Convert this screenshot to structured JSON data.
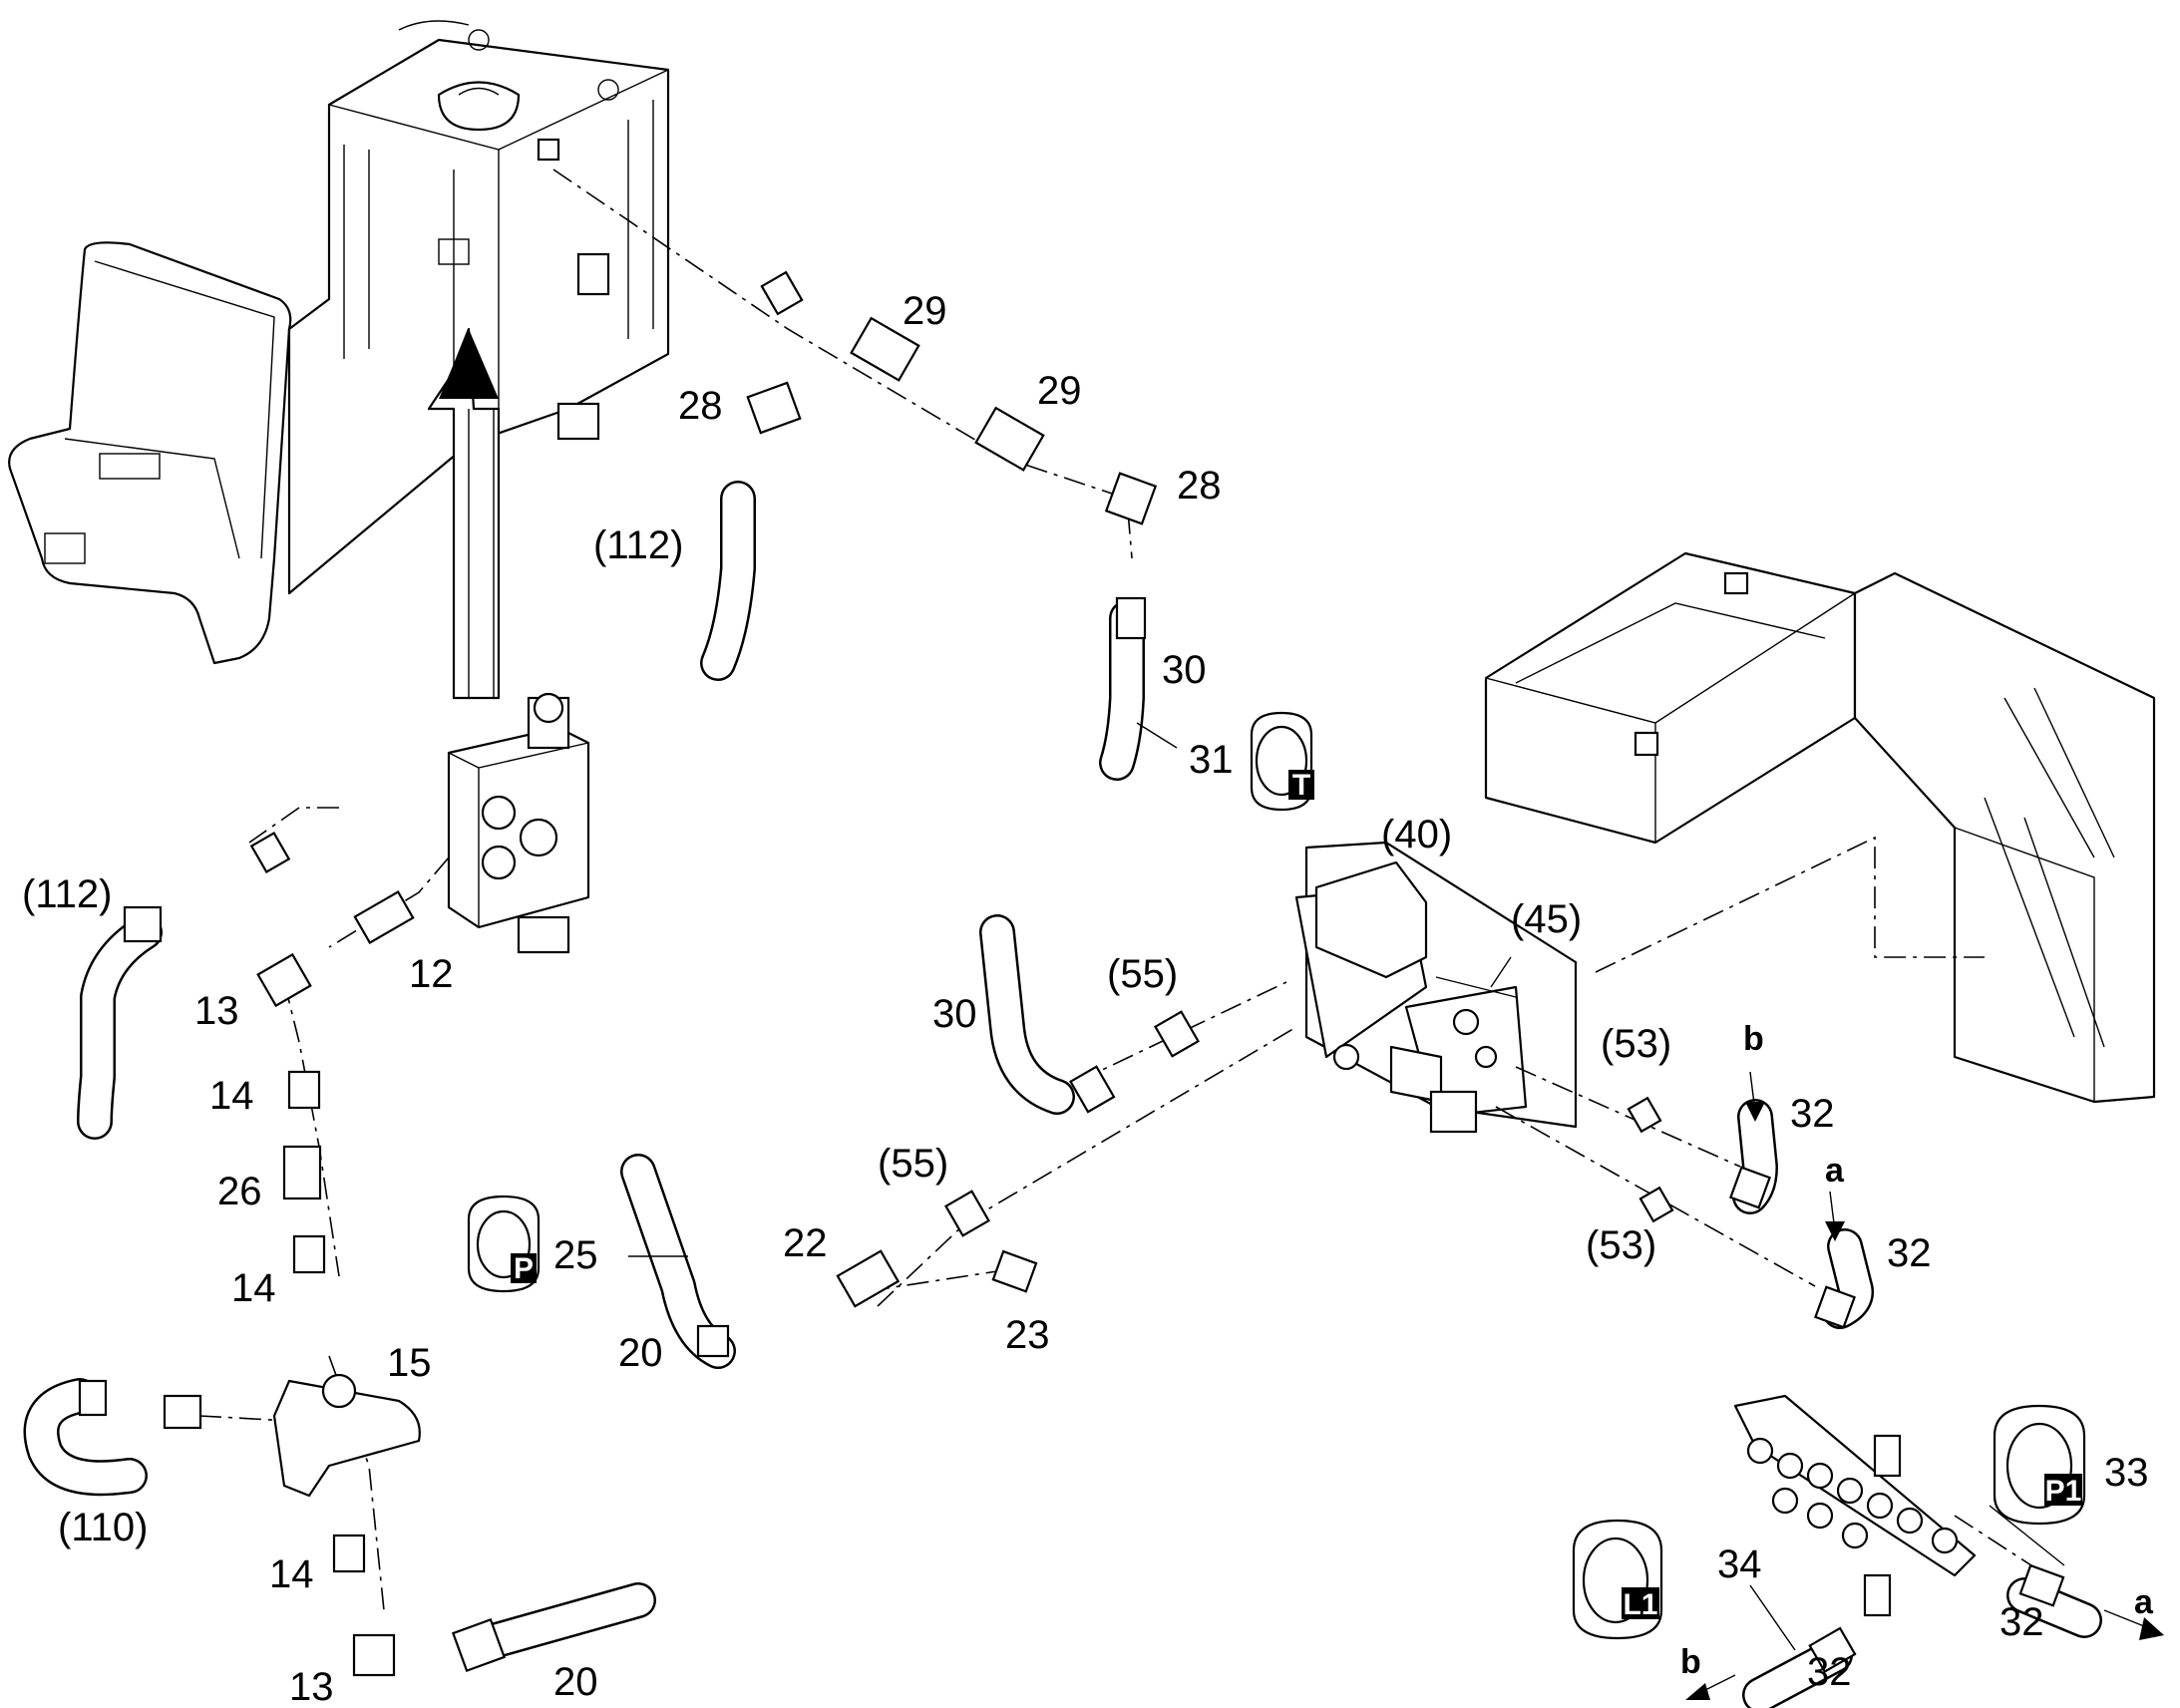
{
  "callouts": {
    "c29a": "29",
    "c29b": "29",
    "c28a": "28",
    "c28b": "28",
    "c112a": "(112)",
    "c30a": "30",
    "c31": "31",
    "c40": "(40)",
    "c45": "(45)",
    "c112b": "(112)",
    "c12": "12",
    "c13a": "13",
    "c14a": "14",
    "c26": "26",
    "c14b": "14",
    "c15": "15",
    "c110": "(110)",
    "c14c": "14",
    "c13b": "13",
    "c20a": "20",
    "c30b": "30",
    "c55a": "(55)",
    "c55b": "(55)",
    "c53a": "(53)",
    "c53b": "(53)",
    "c25": "25",
    "c22": "22",
    "c23": "23",
    "c20b": "20",
    "c32a": "32",
    "c32b": "32",
    "c32c": "32",
    "c32d": "32",
    "c33": "33",
    "c34": "34",
    "ba": "b",
    "aa": "a",
    "ab": "a",
    "bb": "b"
  },
  "port_tags": {
    "T": "T",
    "P": "P",
    "P1": "P1",
    "L1": "L1"
  },
  "colors": {
    "line": "#000000",
    "background": "#ffffff"
  }
}
